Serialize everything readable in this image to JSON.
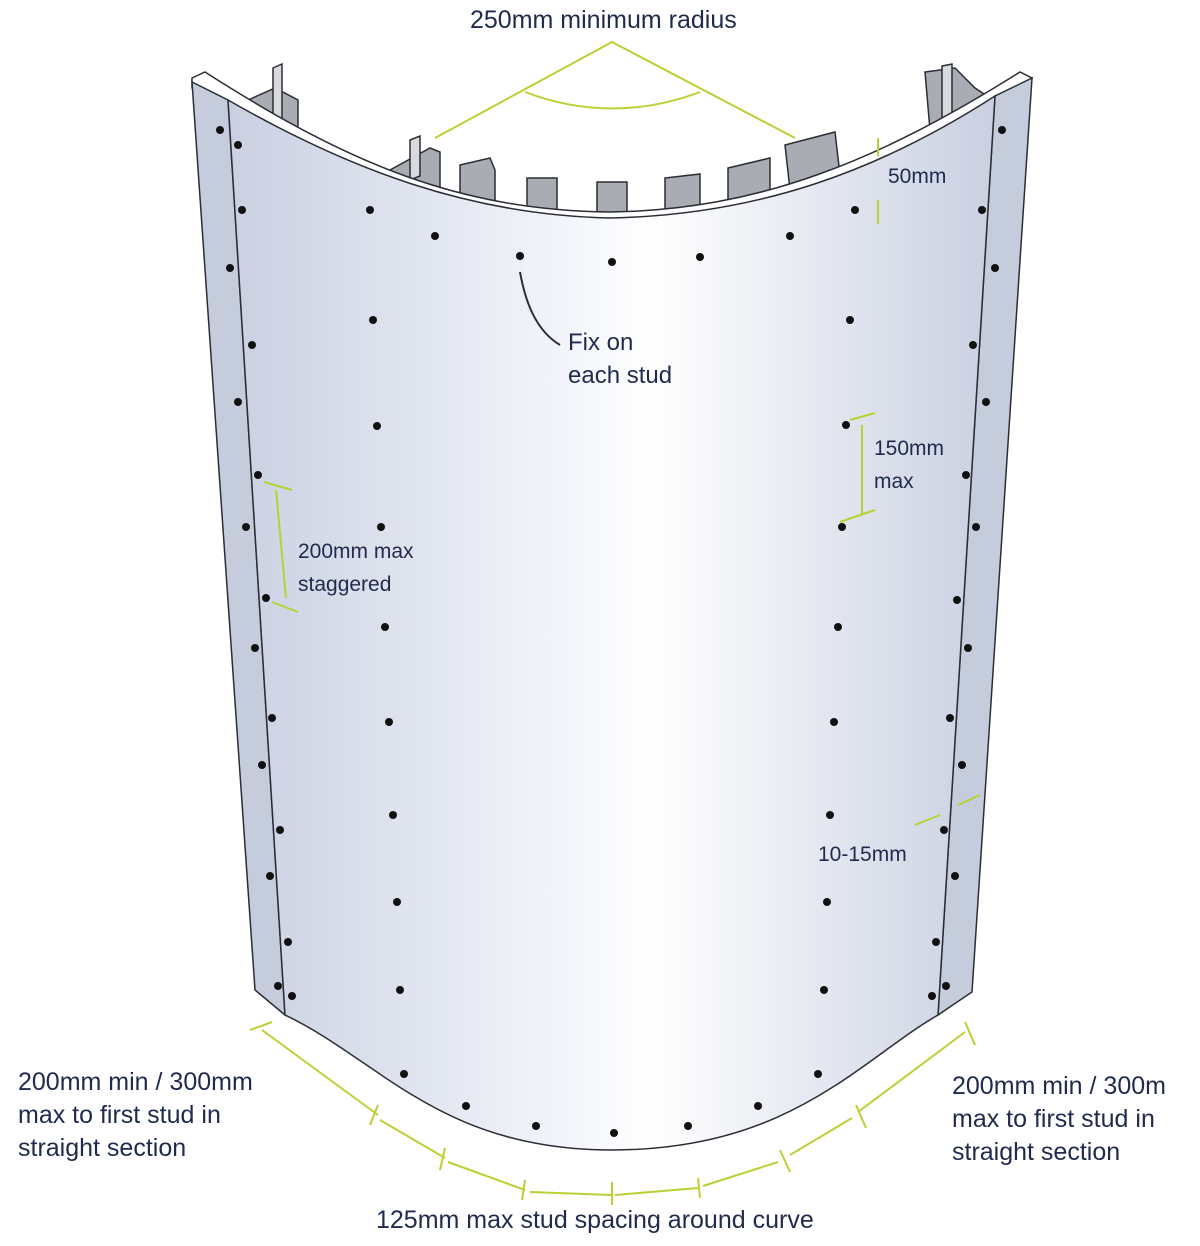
{
  "colors": {
    "board_face": "#dbe0ec",
    "board_edge": "#c5cddd",
    "stud": "#a9adb3",
    "outline": "#2a2d33",
    "dimension": "#b5d334",
    "text": "#1f2a4d",
    "screw": "#111111"
  },
  "labels": {
    "top_radius": "250mm minimum radius",
    "fix_on_stud": "Fix on\neach stud",
    "edge_50": "50mm",
    "vertical_150": "150mm\nmax",
    "edge_staggered": "200mm max\nstaggered",
    "edge_10_15": "10-15mm",
    "left_straight": "200mm min / 300mm\nmax to first stud in\nstraight section",
    "right_straight": "200mm min / 300m\nmax to first stud in\nstraight section",
    "bottom_spacing": "125mm max stud spacing around curve"
  }
}
